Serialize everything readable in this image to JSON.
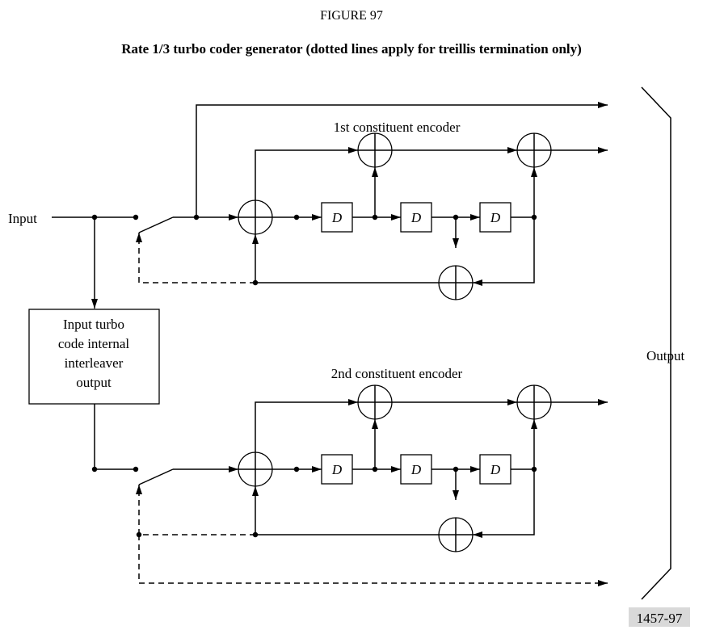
{
  "figure": {
    "number": "FIGURE 97",
    "caption": "Rate 1/3 turbo coder generator (dotted lines apply for treillis termination only)",
    "id": "1457-97"
  },
  "labels": {
    "input": "Input",
    "output": "Output",
    "interleaver": [
      "Input turbo",
      "code internal",
      "interleaver",
      "output"
    ]
  },
  "encoders": [
    {
      "title": "1st constituent encoder",
      "delays": [
        "D",
        "D",
        "D"
      ]
    },
    {
      "title": "2nd constituent encoder",
      "delays": [
        "D",
        "D",
        "D"
      ]
    }
  ]
}
